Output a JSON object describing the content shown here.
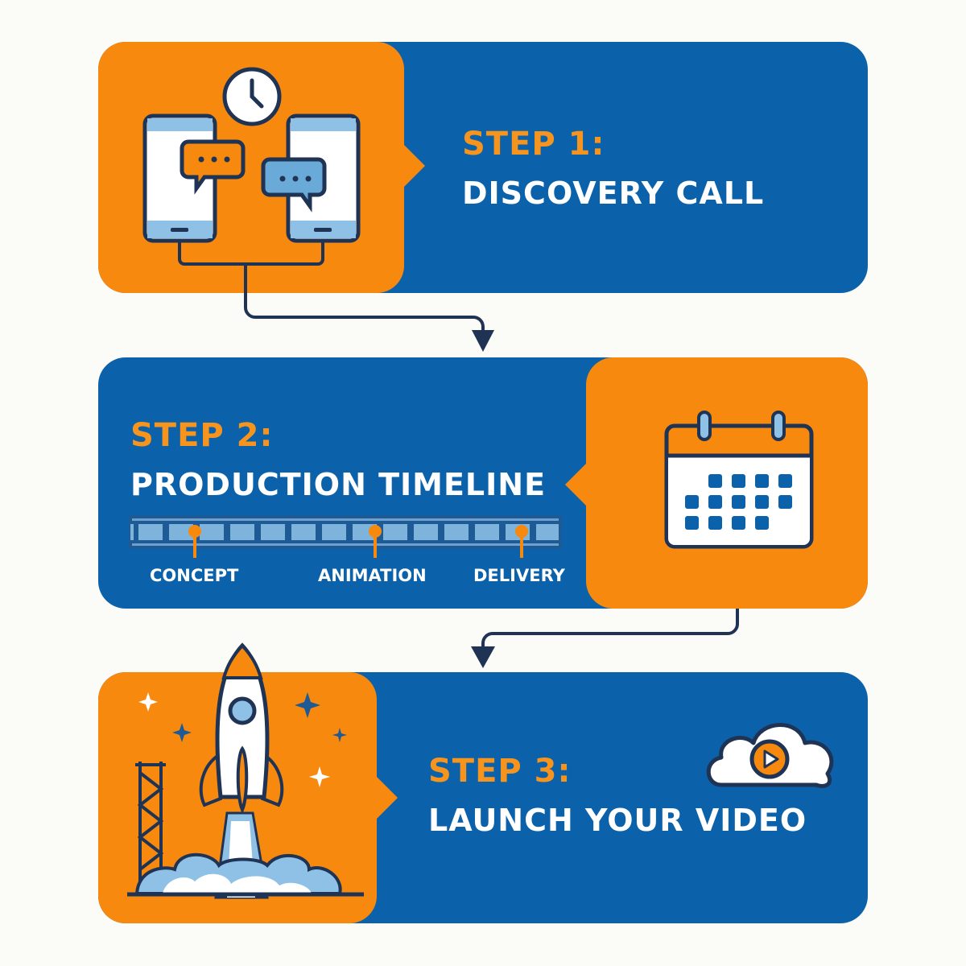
{
  "colors": {
    "blue": "#0b62aa",
    "orange": "#f7890f",
    "navy": "#1f3355",
    "light_blue": "#6aaad8",
    "background": "#fbfbf8"
  },
  "steps": [
    {
      "number": "STEP 1:",
      "title": "DISCOVERY CALL",
      "icon": "phones-chat-clock-icon"
    },
    {
      "number": "STEP 2:",
      "title": "PRODUCTION TIMELINE",
      "icon": "calendar-icon",
      "timeline": {
        "milestones": [
          "CONCEPT",
          "ANIMATION",
          "DELIVERY"
        ]
      }
    },
    {
      "number": "STEP 3:",
      "title": "LAUNCH YOUR VIDEO",
      "icon": "rocket-launch-icon",
      "badge_icon": "cloud-play-icon"
    }
  ],
  "connectors": [
    "arrow-step1-to-step2",
    "arrow-step2-to-step3"
  ]
}
